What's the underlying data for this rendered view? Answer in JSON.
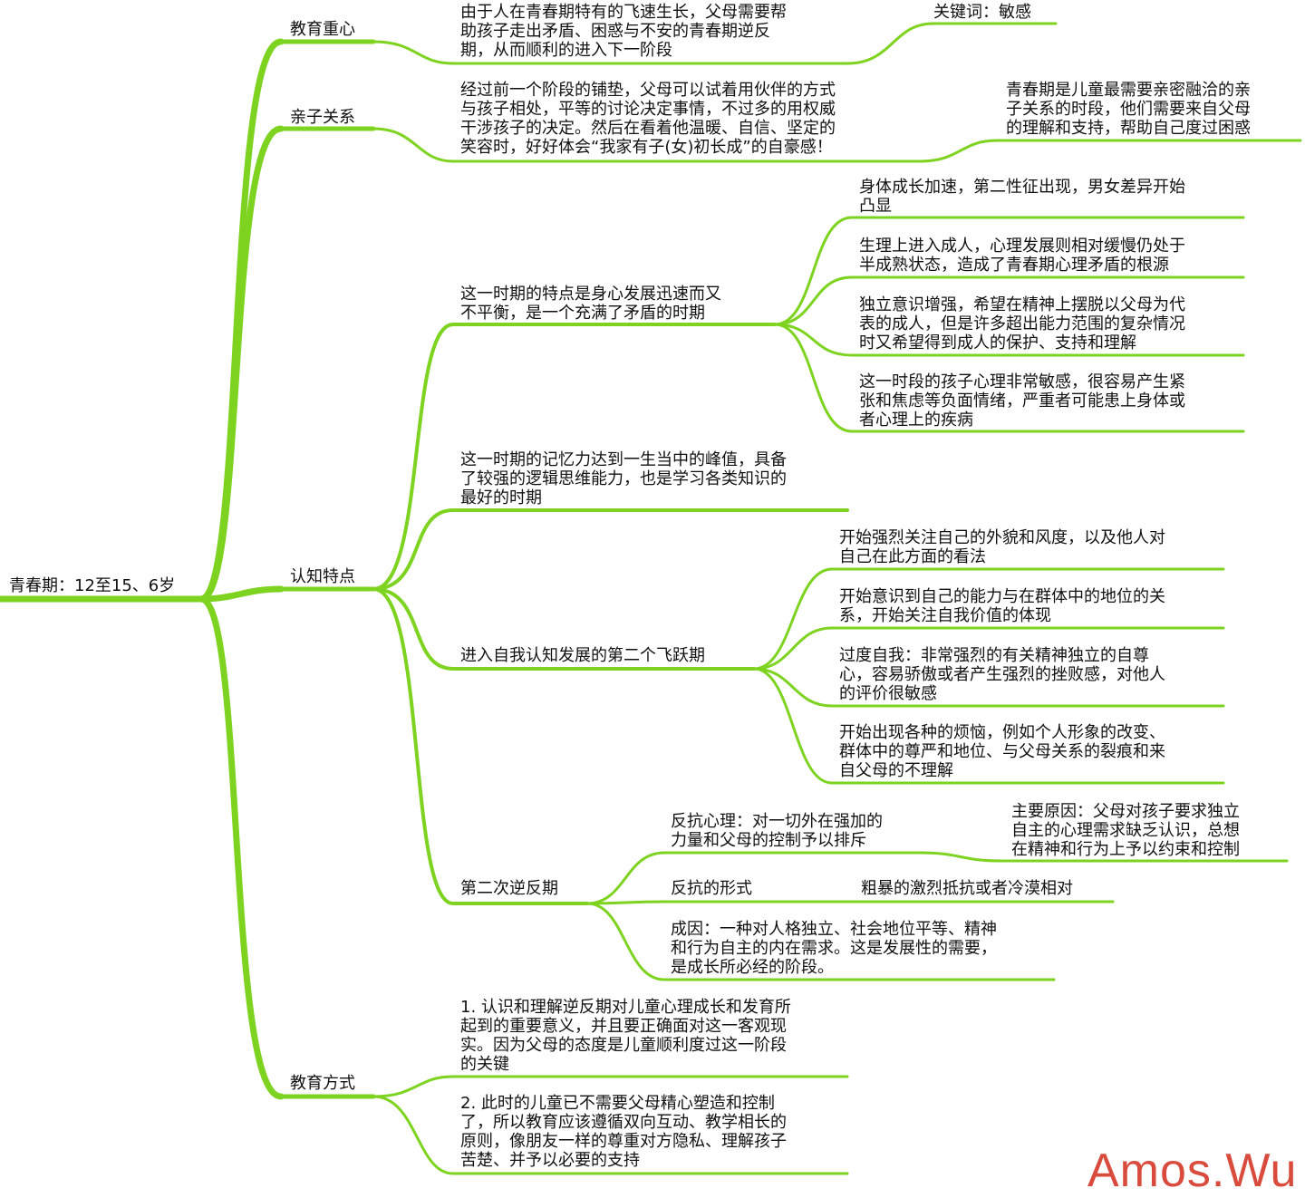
{
  "root": "青春期：12至15、6岁",
  "branches": {
    "focus": {
      "label": "教育重心",
      "text": "由于人在青春期特有的飞速生长，父母需要帮\n助孩子走出矛盾、困惑与不安的青春期逆反\n期，从而顺利的进入下一阶段",
      "keyword": "关键词：敏感"
    },
    "relation": {
      "label": "亲子关系",
      "text": "经过前一个阶段的铺垫，父母可以试着用伙伴的方式\n与孩子相处，平等的讨论决定事情，不过多的用权威\n干涉孩子的决定。然后在看着他温暖、自信、坚定的\n笑容时，好好体会“我家有子(女)初长成”的自豪感！",
      "note": "青春期是儿童最需要亲密融洽的亲\n子关系的时段，他们需要来自父母\n的理解和支持，帮助自己度过困惑"
    },
    "cognition": {
      "label": "认知特点",
      "traits": {
        "text": "这一时期的特点是身心发展迅速而又\n不平衡，是一个充满了矛盾的时期",
        "items": [
          "身体成长加速，第二性征出现，男女差异开始\n凸显",
          "生理上进入成人，心理发展则相对缓慢仍处于\n半成熟状态，造成了青春期心理矛盾的根源",
          "独立意识增强，希望在精神上摆脱以父母为代\n表的成人，但是许多超出能力范围的复杂情况\n时又希望得到成人的保护、支持和理解",
          "这一时段的孩子心理非常敏感，很容易产生紧\n张和焦虑等负面情绪，严重者可能患上身体或\n者心理上的疾病"
        ]
      },
      "memory": "这一时期的记忆力达到一生当中的峰值，具备\n了较强的逻辑思维能力，也是学习各类知识的\n最好的时期",
      "self": {
        "text": "进入自我认知发展的第二个飞跃期",
        "items": [
          "开始强烈关注自己的外貌和风度，以及他人对\n自己在此方面的看法",
          "开始意识到自己的能力与在群体中的地位的关\n系，开始关注自我价值的体现",
          "过度自我：非常强烈的有关精神独立的自尊\n心，容易骄傲或者产生强烈的挫败感，对他人\n的评价很敏感",
          "开始出现各种的烦恼，例如个人形象的改变、\n群体中的尊严和地位、与父母关系的裂痕和来\n自父母的不理解"
        ]
      },
      "rebellion": {
        "text": "第二次逆反期",
        "resist": "反抗心理：对一切外在强加的\n力量和父母的控制予以排斥",
        "reason": "主要原因：父母对孩子要求独立\n自主的心理需求缺乏认识，总想\n在精神和行为上予以约束和控制",
        "form": "反抗的形式",
        "form_detail": "粗暴的激烈抵抗或者冷漠相对",
        "cause": "成因：一种对人格独立、社会地位平等、精神\n和行为自主的内在需求。这是发展性的需要，\n是成长所必经的阶段。"
      }
    },
    "method": {
      "label": "教育方式",
      "items": [
        "1. 认识和理解逆反期对儿童心理成长和发育所\n起到的重要意义，并且要正确面对这一客观现\n实。因为父母的态度是儿童顺利度过这一阶段\n的关键",
        "2. 此时的儿童已不需要父母精心塑造和控制\n了，所以教育应该遵循双向互动、教学相长的\n原则，像朋友一样的尊重对方隐私、理解孩子\n苦楚、并予以必要的支持"
      ]
    }
  },
  "watermark": "Amos.Wu",
  "colors": {
    "branch": "#7ed321",
    "text": "#111111",
    "watermark": "#d94b3c"
  }
}
